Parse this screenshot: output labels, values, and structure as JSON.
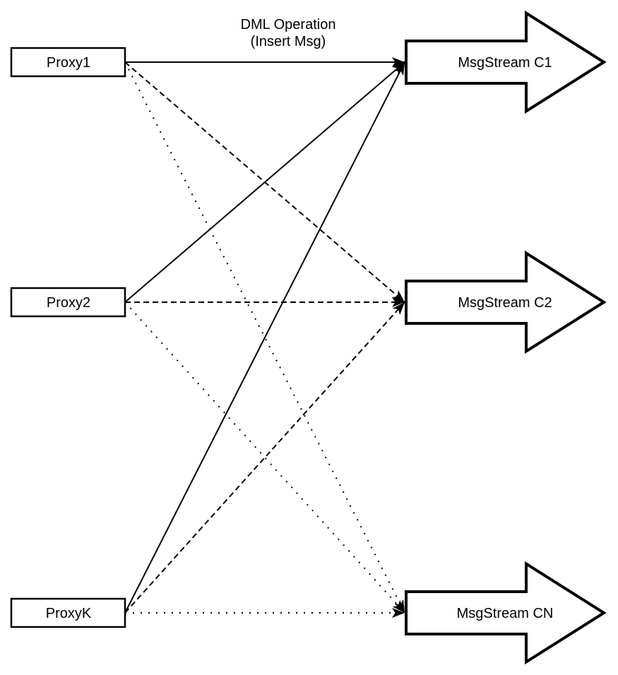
{
  "diagram": {
    "colors": {
      "background": "#ffffff",
      "stroke": "#000000",
      "node_fill": "#ffffff"
    },
    "annotation": {
      "line1": "DML Operation",
      "line2": "(Insert Msg)"
    },
    "proxies": [
      {
        "id": "proxy1",
        "label": "Proxy1"
      },
      {
        "id": "proxy2",
        "label": "Proxy2"
      },
      {
        "id": "proxyk",
        "label": "ProxyK"
      }
    ],
    "streams": [
      {
        "id": "c1",
        "label": "MsgStream C1"
      },
      {
        "id": "c2",
        "label": "MsgStream C2"
      },
      {
        "id": "cn",
        "label": "MsgStream CN"
      }
    ],
    "edges": [
      {
        "from": "proxy1",
        "to": "c1",
        "style": "solid"
      },
      {
        "from": "proxy2",
        "to": "c1",
        "style": "solid"
      },
      {
        "from": "proxyk",
        "to": "c1",
        "style": "solid"
      },
      {
        "from": "proxy1",
        "to": "c2",
        "style": "dashed"
      },
      {
        "from": "proxy2",
        "to": "c2",
        "style": "dashed"
      },
      {
        "from": "proxyk",
        "to": "c2",
        "style": "dashed"
      },
      {
        "from": "proxy1",
        "to": "cn",
        "style": "dotted"
      },
      {
        "from": "proxy2",
        "to": "cn",
        "style": "dotted"
      },
      {
        "from": "proxyk",
        "to": "cn",
        "style": "dotted"
      }
    ]
  }
}
